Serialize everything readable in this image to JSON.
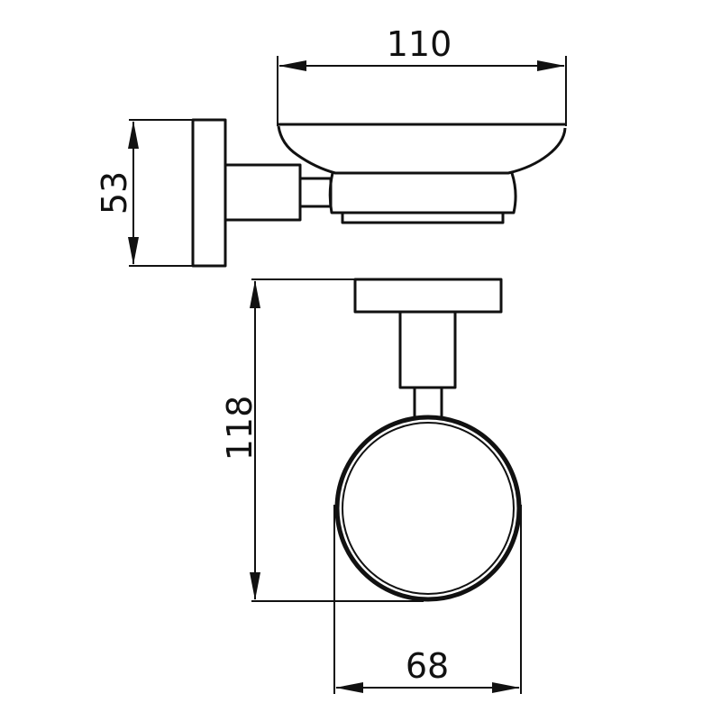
{
  "drawing": {
    "title": "Soap dish holder technical drawing",
    "views": [
      "side-view",
      "front-view"
    ],
    "colors": {
      "line": "#111111",
      "background": "#ffffff"
    }
  },
  "dimensions": {
    "width_top": {
      "value": "110",
      "unit": "mm",
      "label": "110"
    },
    "height_side": {
      "value": "53",
      "unit": "mm",
      "label": "53"
    },
    "depth_front": {
      "value": "118",
      "unit": "mm",
      "label": "118"
    },
    "diameter_bottom": {
      "value": "68",
      "unit": "mm",
      "label": "68"
    }
  }
}
